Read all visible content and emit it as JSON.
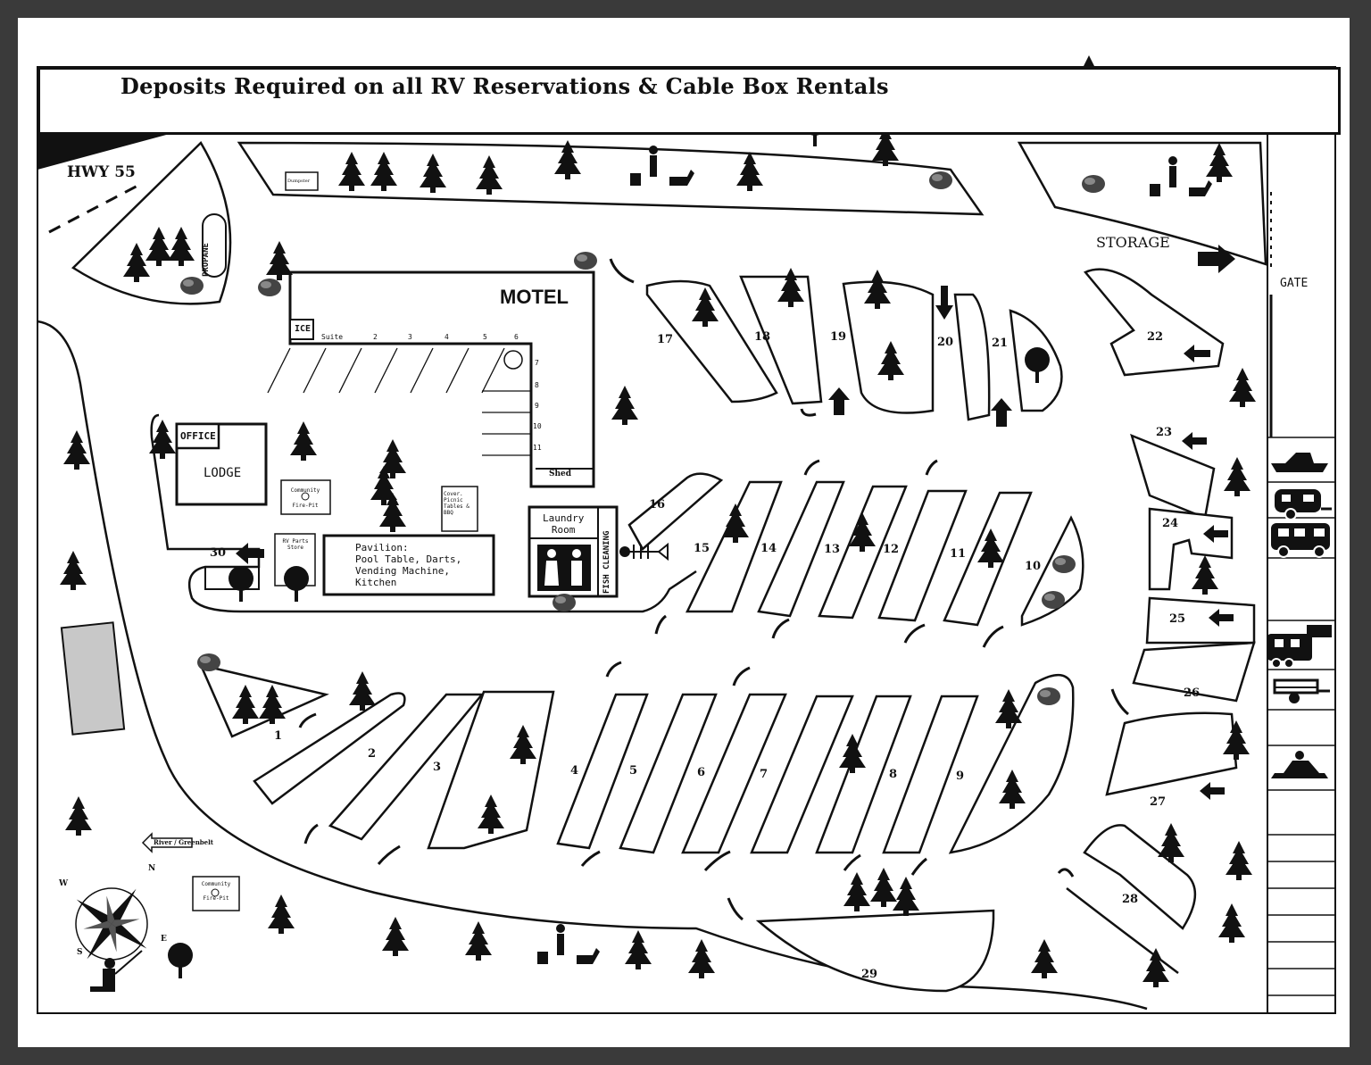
{
  "header": {
    "title": "Deposits Required on all RV Reservations & Cable Box Rentals"
  },
  "labels": {
    "highway": "HWY 55",
    "storage": "STORAGE",
    "gate": "GATE",
    "motel": "MOTEL",
    "ice": "ICE",
    "suite": "Suite",
    "office": "OFFICE",
    "lodge": "LODGE",
    "propane": "PROPANE",
    "dumpster": "Dumpster",
    "community_fire_pit": "Community Fire-Pit",
    "rv_parts_store": "RV Parts Store",
    "covered_picnic": "Cover. Picnic Tables & BBQ",
    "pavilion": [
      "Pavilion:",
      "Pool Table, Darts,",
      "Vending Machine,",
      "Kitchen"
    ],
    "laundry": [
      "Laundry",
      "Room"
    ],
    "fish_cleaning": "FISH CLEANING",
    "shed": "Shed",
    "river_greenbelt": "River / Greenbelt",
    "compass": {
      "n": "N",
      "e": "E",
      "s": "S",
      "w": "W"
    }
  },
  "motel_rooms": {
    "top": [
      "2",
      "3",
      "4",
      "5",
      "6"
    ],
    "side": [
      "7",
      "8",
      "9",
      "10",
      "11"
    ]
  },
  "sites": [
    {
      "id": "1"
    },
    {
      "id": "2"
    },
    {
      "id": "3"
    },
    {
      "id": "4"
    },
    {
      "id": "5"
    },
    {
      "id": "6"
    },
    {
      "id": "7"
    },
    {
      "id": "8"
    },
    {
      "id": "9"
    },
    {
      "id": "10"
    },
    {
      "id": "11"
    },
    {
      "id": "12"
    },
    {
      "id": "13"
    },
    {
      "id": "14"
    },
    {
      "id": "15"
    },
    {
      "id": "16"
    },
    {
      "id": "17"
    },
    {
      "id": "18"
    },
    {
      "id": "19"
    },
    {
      "id": "20"
    },
    {
      "id": "21"
    },
    {
      "id": "22"
    },
    {
      "id": "23"
    },
    {
      "id": "24"
    },
    {
      "id": "25"
    },
    {
      "id": "26"
    },
    {
      "id": "27"
    },
    {
      "id": "28"
    },
    {
      "id": "29"
    },
    {
      "id": "30"
    }
  ],
  "storage_legend_icons": [
    "boat-icon",
    "travel-trailer-icon",
    "motorhome-icon",
    "fifth-wheel-icon",
    "utility-trailer-icon",
    "snowmobile-icon"
  ],
  "colors": {
    "ink": "#111111",
    "paper": "#ffffff",
    "frame": "#3a3a3a",
    "greenbelt": "#c8c8c8"
  }
}
